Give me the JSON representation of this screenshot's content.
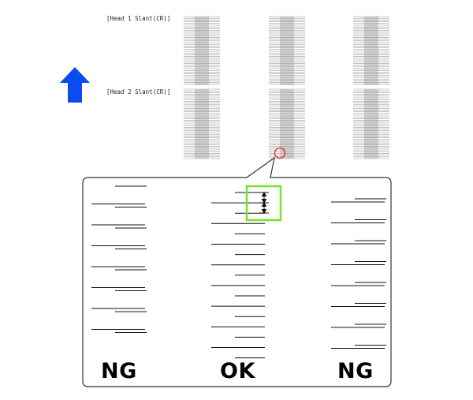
{
  "patterns": {
    "head1_label": "[Head 1 Slant(CR)]",
    "head2_label": "[Head 2 Slant(CR)]"
  },
  "arrow": {
    "icon": "up-arrow-icon",
    "color": "#0a4cf0"
  },
  "callout": {
    "marker_color": "#dd2222",
    "highlight_color": "#7fe031",
    "verdicts": [
      "NG",
      "OK",
      "NG"
    ]
  }
}
